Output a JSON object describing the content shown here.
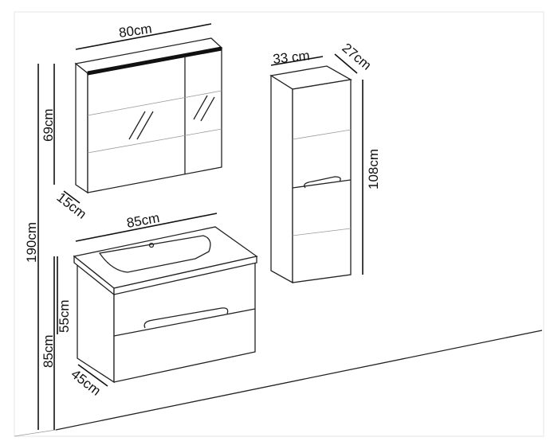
{
  "colors": {
    "line": "#222222",
    "background": "#ffffff",
    "mirror_bar": "#111111"
  },
  "labels": {
    "mirror_width": "80cm",
    "mirror_height": "69cm",
    "mirror_depth": "15cm",
    "total_height": "190cm",
    "vanity_width": "85cm",
    "vanity_cabinet_height": "55cm",
    "vanity_floor_height": "85cm",
    "vanity_depth": "45cm",
    "tall_width": "33 cm",
    "tall_depth": "27cm",
    "tall_height": "108cm"
  }
}
